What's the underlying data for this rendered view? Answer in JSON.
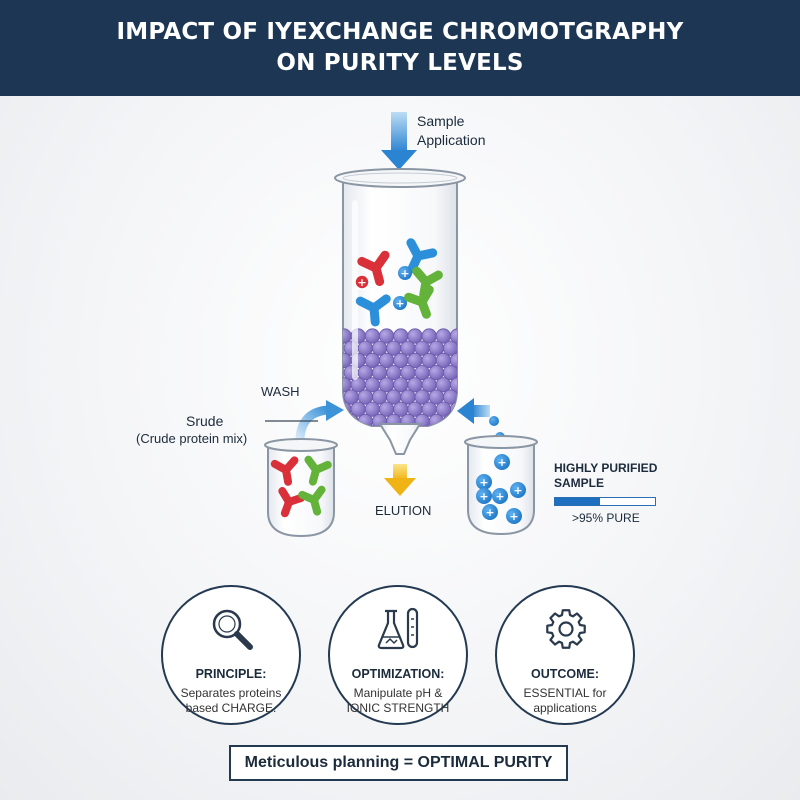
{
  "title_line1": "IMPACT OF IYEXCHANGE CHROMOTGRAPHY",
  "title_line2": "ON PURITY LEVELS",
  "sample_line1": "Sample",
  "sample_line2": "Application",
  "wash_label": "WASH",
  "crude_label": "Srude",
  "crude_sub": "(Crude protein mix)",
  "elution_label": "ELUTION",
  "purified_line1": "HIGHLY PURIFIED",
  "purified_line2": "SAMPLE",
  "purity_text": ">95% PURE",
  "purity_level": 0.45,
  "cards": [
    {
      "title": "PRINCIPLE:",
      "line1": "Separates proteins",
      "line2": "based CHARGE.",
      "icon": "magnifier-icon"
    },
    {
      "title": "OPTIMIZATION:",
      "line1": "Manipulate pH &",
      "line2": "IONIC STRENGTH",
      "icon": "flask-and-tube-icon"
    },
    {
      "title": "OUTCOME:",
      "line1": "ESSENTIAL for",
      "line2": "applications",
      "icon": "gear-icon"
    }
  ],
  "footer": "Meticulous planning = OPTIMAL PURITY",
  "colors": {
    "banner": "#1c3654",
    "red_protein": "#d9303a",
    "blue_protein": "#2b8fd9",
    "green_protein": "#63b23a",
    "beads": "#8f7cc8",
    "arrow_blue": "#3a8fd9",
    "arrow_yellow": "#f2b81c"
  }
}
